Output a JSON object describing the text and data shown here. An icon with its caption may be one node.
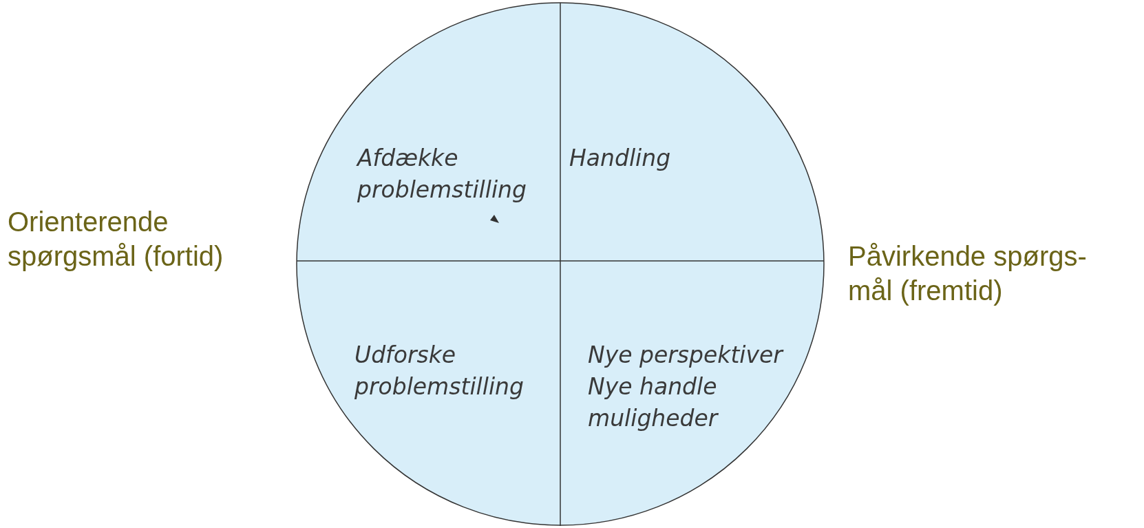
{
  "diagram": {
    "nodes": [
      {
        "text": [
          "Afdække problemstilling",
          "Handling",
          "Udforske problemstilling",
          "Nye perspektiver",
          "Nye handle muligheder"
        ]
      }
    ],
    "labels": [
      "Orienterende spørgsmål (fortid)",
      "Påvirkende spørgs- mål (fremtid)"
    ]
  }
}
